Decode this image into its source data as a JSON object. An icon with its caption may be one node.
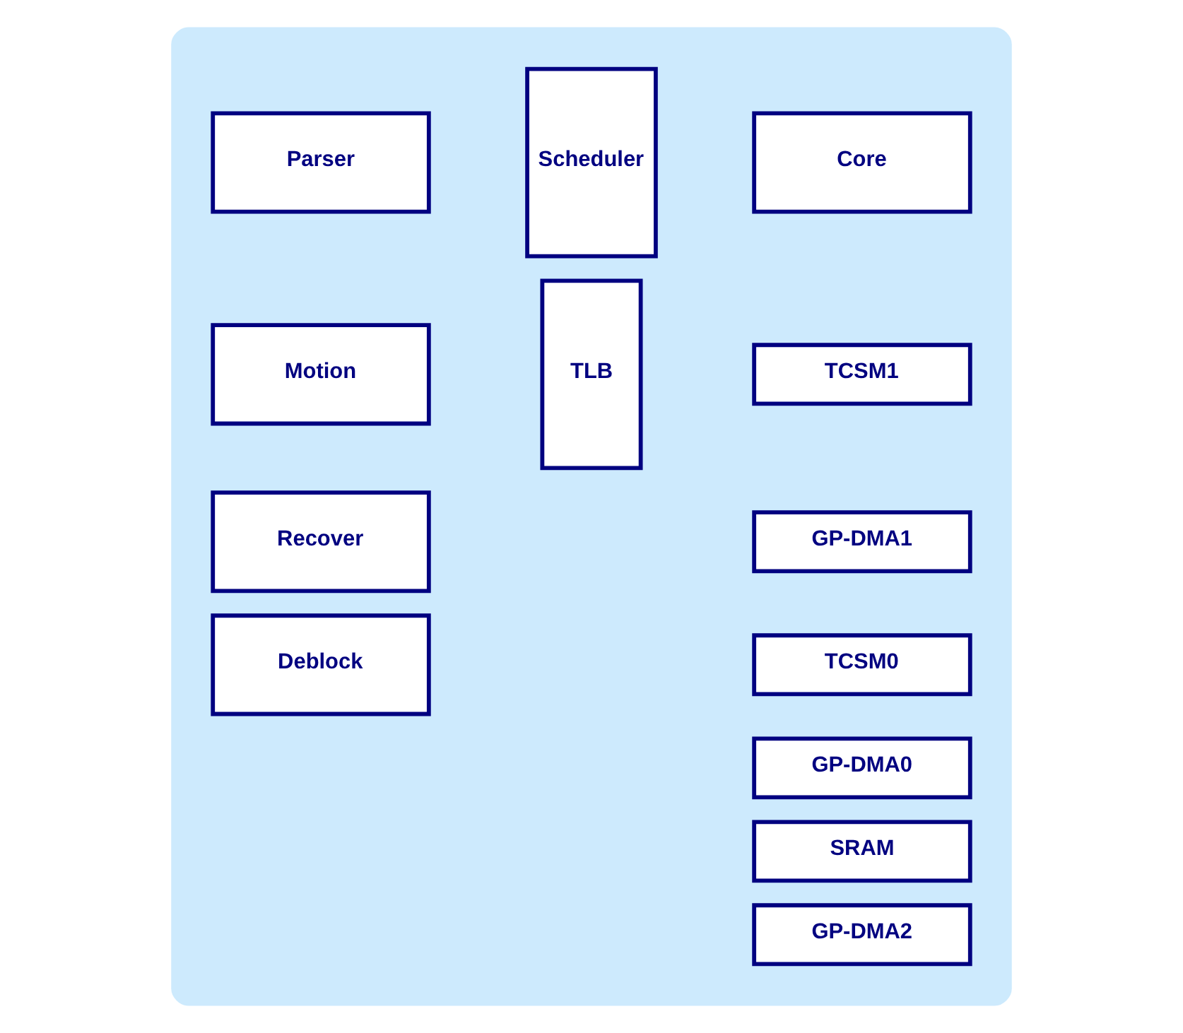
{
  "diagram": {
    "nodes": [
      {
        "text": [],
        "shape": "box"
      },
      {
        "text": [
          "Core"
        ],
        "in": 0
      },
      {
        "text": [
          "TCSM1"
        ],
        "in": 0
      },
      {
        "text": [
          "GP-DMA1"
        ],
        "in": 0
      },
      {
        "text": [
          "TCSM0"
        ],
        "in": 0
      },
      {
        "text": [
          "GP-DMA0"
        ],
        "in": 0
      },
      {
        "text": [
          "SRAM"
        ],
        "in": 0
      },
      {
        "text": [
          "GP-DMA2"
        ],
        "in": 0
      },
      {
        "text": [
          "Scheduler"
        ],
        "in": 0
      },
      {
        "text": [
          "TLB"
        ],
        "in": 0
      },
      {
        "text": [
          "Parser"
        ],
        "in": 0
      },
      {
        "text": [
          "Motion"
        ],
        "in": 0
      },
      {
        "text": [
          "Recover"
        ],
        "in": 0
      },
      {
        "text": [
          "Deblock"
        ],
        "in": 0
      }
    ],
    "edges": []
  }
}
